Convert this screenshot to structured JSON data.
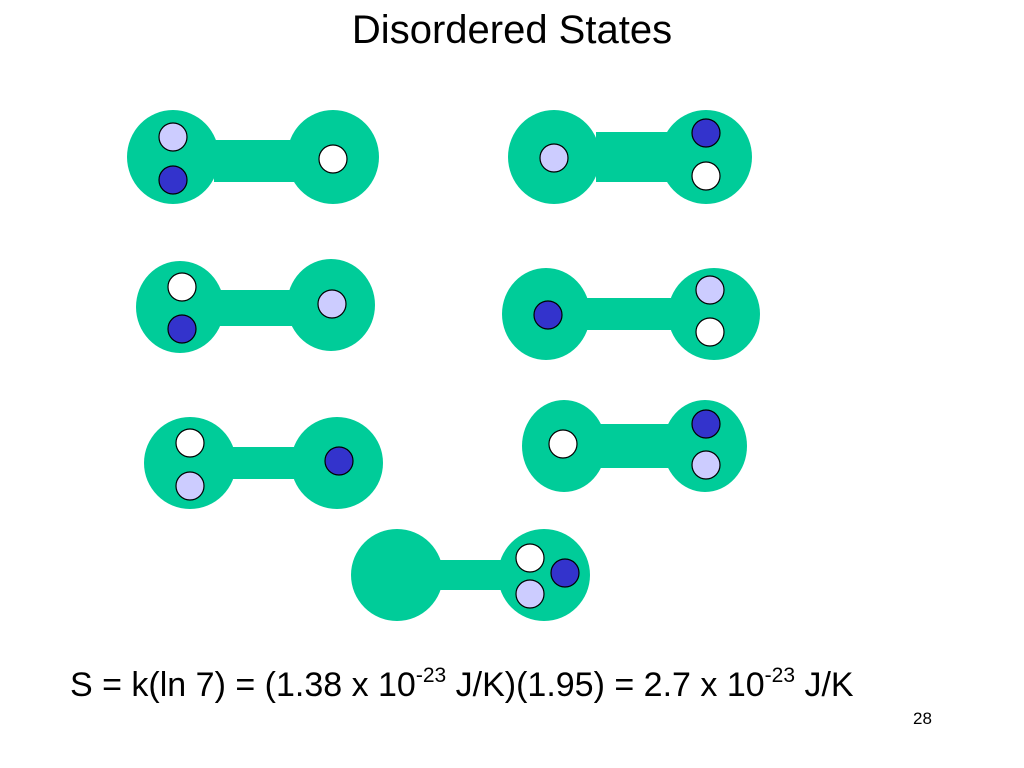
{
  "title": "Disordered States",
  "colors": {
    "flask": "#00cc99",
    "particle_light": "#ccccff",
    "particle_dark": "#3333cc",
    "particle_white": "#ffffff",
    "outline": "#000000"
  },
  "states": [
    {
      "left": [
        "light",
        "dark"
      ],
      "right": [
        "white"
      ]
    },
    {
      "left": [
        "light"
      ],
      "right": [
        "dark",
        "white"
      ]
    },
    {
      "left": [
        "white",
        "dark"
      ],
      "right": [
        "light"
      ]
    },
    {
      "left": [
        "dark"
      ],
      "right": [
        "light",
        "white"
      ]
    },
    {
      "left": [
        "white",
        "light"
      ],
      "right": [
        "dark"
      ]
    },
    {
      "left": [
        "white"
      ],
      "right": [
        "dark",
        "light"
      ]
    },
    {
      "left": [],
      "right": [
        "white",
        "dark",
        "light"
      ]
    }
  ],
  "equation": {
    "part1": "S = k(ln 7) = (1.38 x 10",
    "exp1": "-23",
    "part2": " J/K)(1.95) = 2.7 x 10",
    "exp2": "-23",
    "part3": " J/K"
  },
  "page_number": "28"
}
